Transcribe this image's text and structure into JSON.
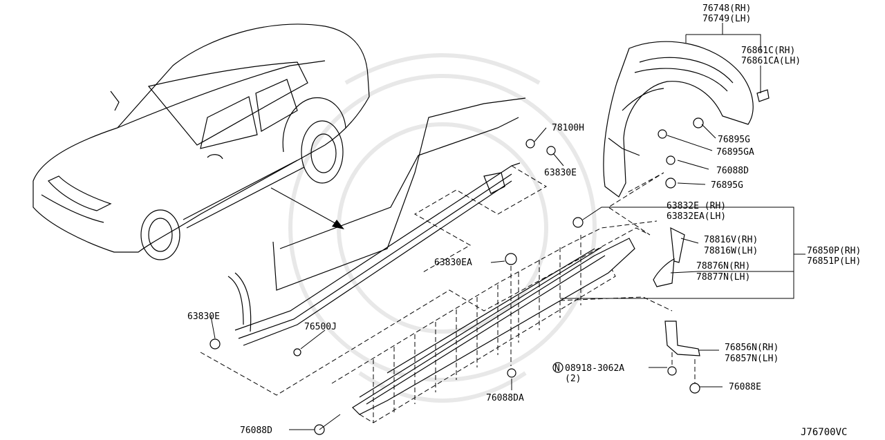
{
  "diagram": {
    "code": "J76700VC",
    "labels": {
      "p76748": "76748(RH)",
      "p76749": "76749(LH)",
      "p76861c": "76861C(RH)",
      "p76861ca": "76861CA(LH)",
      "p76895g_1": "76895G",
      "p76895ga": "76895GA",
      "p76088d_1": "76088D",
      "p76895g_2": "76895G",
      "p78100h": "78100H",
      "p63830e_1": "63830E",
      "p63832e": "63832E (RH)",
      "p63832ea": "63832EA(LH)",
      "p78816v": "78816V(RH)",
      "p78816w": "78816W(LH)",
      "p76850p": "76850P(RH)",
      "p76851p": "76851P(LH)",
      "p78876n": "78876N(RH)",
      "p78877n": "78877N(LH)",
      "p63830ea": "63830EA",
      "p63830e_2": "63830E",
      "p76500j": "76500J",
      "p76856n": "76856N(RH)",
      "p76857n": "76857N(LH)",
      "p08918": "08918-3062A",
      "p08918_qty": "(2)",
      "p08918_prefix": "N",
      "p76088e": "76088E",
      "p76088da": "76088DA",
      "p76088d_2": "76088D"
    }
  }
}
